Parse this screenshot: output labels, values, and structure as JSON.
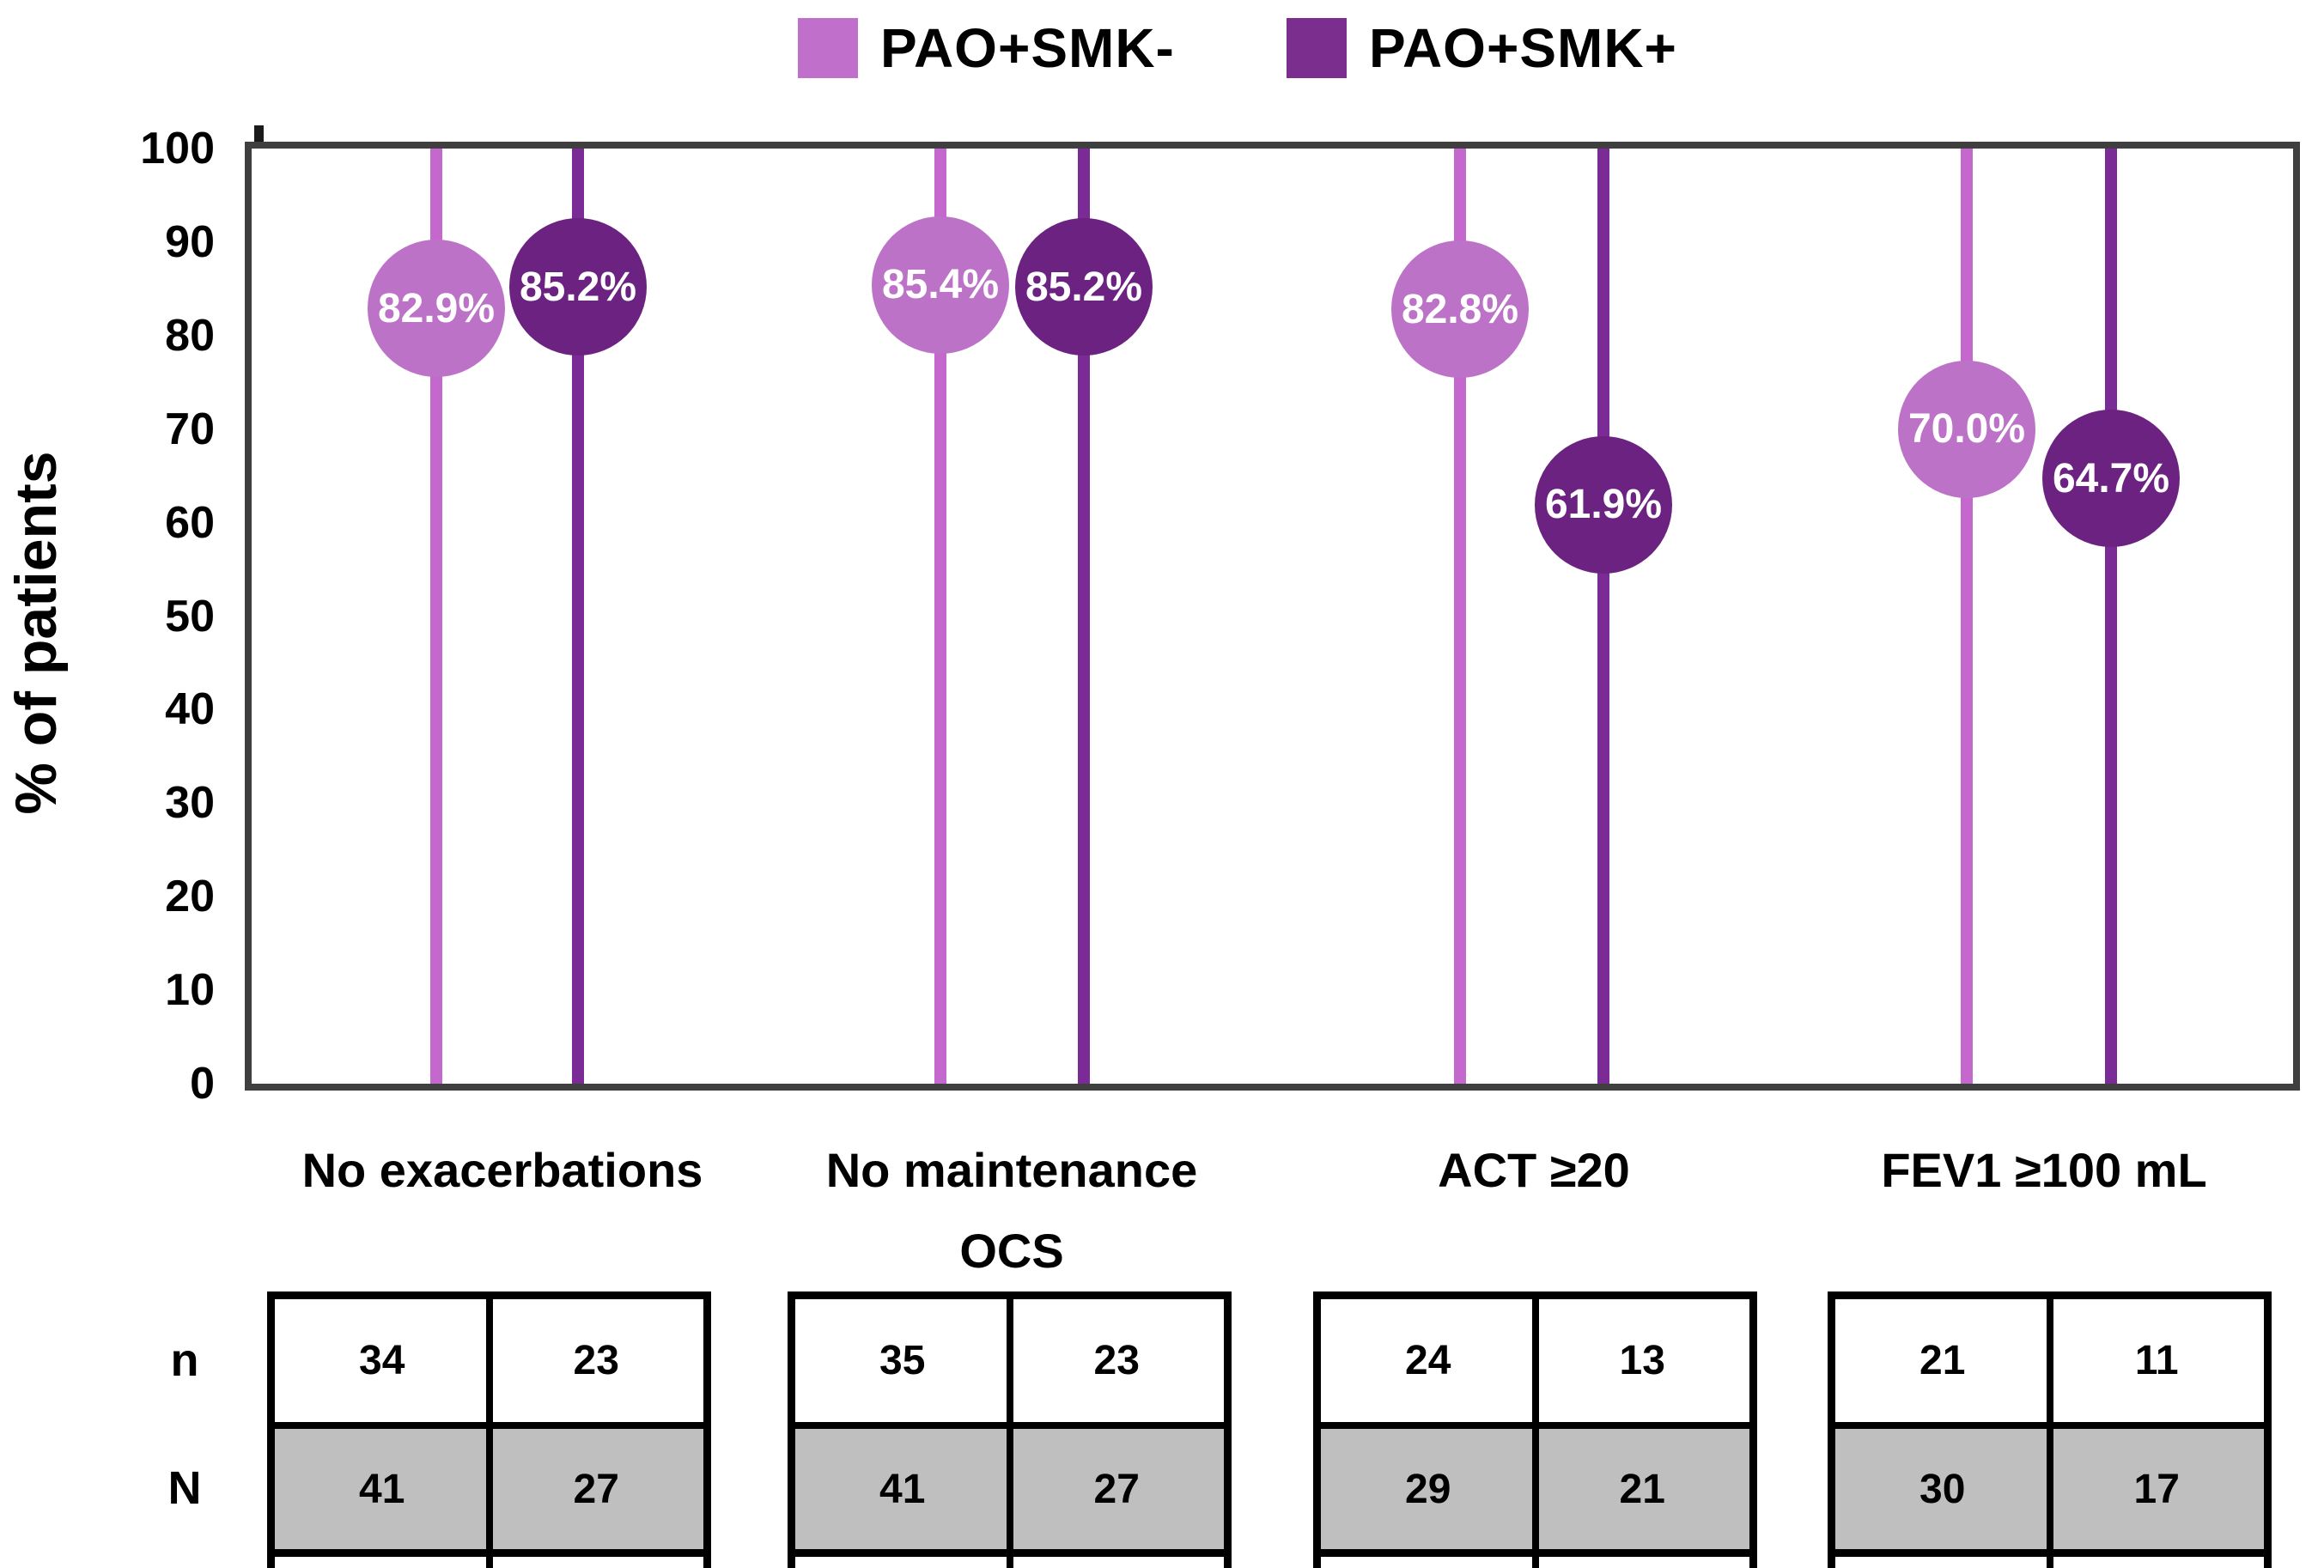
{
  "legend": [
    {
      "label": "PAO+SMK-",
      "color": "#c06fcb"
    },
    {
      "label": "PAO+SMK+",
      "color": "#7b2e8e"
    }
  ],
  "y_axis": {
    "title": "% of patients",
    "ticks": [
      "100",
      "90",
      "80",
      "70",
      "60",
      "50",
      "40",
      "30",
      "20",
      "10",
      "0"
    ]
  },
  "chart_data": {
    "type": "scatter",
    "variant": "lollipop",
    "title": "",
    "xlabel": "",
    "ylabel": "% of patients",
    "ylim": [
      0,
      100
    ],
    "grid": false,
    "legend_position": "top-center",
    "categories": [
      "No exacerbations",
      "No maintenance OCS",
      "ACT ≥20",
      "FEV1 ≥100 mL"
    ],
    "category_display_lines": [
      [
        "No exacerbations"
      ],
      [
        "No maintenance",
        "OCS"
      ],
      [
        "ACT ≥20"
      ],
      [
        "FEV1 ≥100 mL"
      ]
    ],
    "series": [
      {
        "name": "PAO+SMK-",
        "stem_color": "#c468ce",
        "marker_color": "#bc72c6",
        "values": [
          82.9,
          85.4,
          82.8,
          70.0
        ],
        "value_labels": [
          "82.9%",
          "85.4%",
          "82.8%",
          "70.0%"
        ],
        "n": [
          34,
          35,
          24,
          21
        ],
        "N": [
          41,
          41,
          29,
          30
        ]
      },
      {
        "name": "PAO+SMK+",
        "stem_color": "#7a2b96",
        "marker_color": "#6b2281",
        "values": [
          85.2,
          85.2,
          61.9,
          64.7
        ],
        "value_labels": [
          "85.2%",
          "85.2%",
          "61.9%",
          "64.7%"
        ],
        "n": [
          23,
          23,
          13,
          11
        ],
        "N": [
          27,
          27,
          21,
          17
        ]
      }
    ]
  },
  "table_row_labels": [
    "n",
    "N"
  ],
  "tables": [
    {
      "n": [
        "34",
        "23"
      ],
      "N": [
        "41",
        "27"
      ]
    },
    {
      "n": [
        "35",
        "23"
      ],
      "N": [
        "41",
        "27"
      ]
    },
    {
      "n": [
        "24",
        "13"
      ],
      "N": [
        "29",
        "21"
      ]
    },
    {
      "n": [
        "21",
        "11"
      ],
      "N": [
        "30",
        "17"
      ]
    }
  ],
  "colors": {
    "frame": "#3f3f3f",
    "table_gray": "#bfbfbf",
    "text": "#000000",
    "marker_text": "#ffffff"
  }
}
